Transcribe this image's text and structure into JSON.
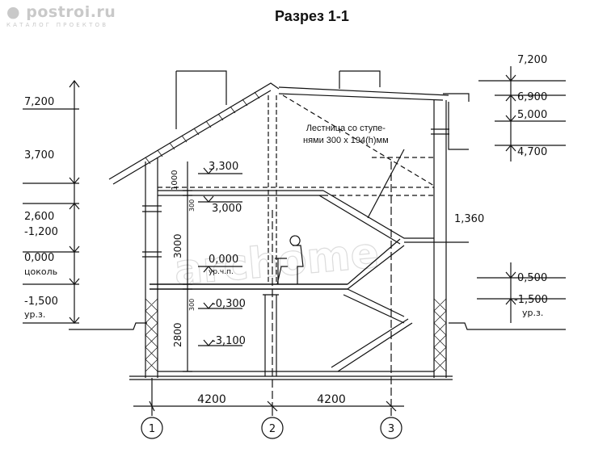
{
  "logo": {
    "main": "postroi.ru",
    "sub": "КАТАЛОГ ПРОЕКТОВ",
    "icon": "logo-circle-icon"
  },
  "watermark": "archome",
  "title": "Разрез 1-1",
  "stair_note": {
    "line1": "Лестница со ступе-",
    "line2": "нями 300 x 194(h)мм"
  },
  "left_levels": {
    "ridge": "7,200",
    "eave_top": "3,700",
    "upper_window_top": "2,600",
    "upper_window_bottom": "-1,200",
    "ground_floor": "0,000",
    "ground_floor_note": "цоколь",
    "ground": "-1,500",
    "ground_note": "ур.з."
  },
  "inner_levels": {
    "second_floor_top": "3,300",
    "second_floor": "3,000",
    "first_floor": "0,000",
    "first_floor_note": "ур.ч.п.",
    "first_floor_bottom": "-0,300",
    "foundation": "-3,100"
  },
  "right_levels": {
    "top": "7,200",
    "ridge": "6,900",
    "eave": "5,000",
    "wall_top": "4,700",
    "landing": "1,360",
    "plinth": "0,500",
    "ground": "-1,500",
    "ground_note": "ур.з."
  },
  "vertical_dims": {
    "attic_floor": "1000",
    "floor_slab_upper": "300",
    "first_floor_height": "3000",
    "floor_slab_lower": "300",
    "basement_height": "2800"
  },
  "horizontal_dims": {
    "span_left": "4200",
    "span_right": "4200"
  },
  "axes": [
    "1",
    "2",
    "3"
  ]
}
